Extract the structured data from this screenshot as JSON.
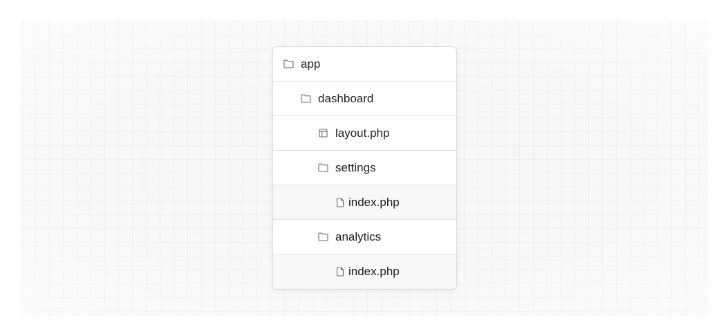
{
  "tree": {
    "items": [
      {
        "label": "app",
        "icon": "folder-icon",
        "depth": 0,
        "kind": "folder"
      },
      {
        "label": "dashboard",
        "icon": "folder-icon",
        "depth": 1,
        "kind": "folder"
      },
      {
        "label": "layout.php",
        "icon": "layout-icon",
        "depth": 2,
        "kind": "layout"
      },
      {
        "label": "settings",
        "icon": "folder-icon",
        "depth": 2,
        "kind": "folder"
      },
      {
        "label": "index.php",
        "icon": "file-icon",
        "depth": 3,
        "kind": "file"
      },
      {
        "label": "analytics",
        "icon": "folder-icon",
        "depth": 2,
        "kind": "folder"
      },
      {
        "label": "index.php",
        "icon": "file-icon",
        "depth": 3,
        "kind": "file"
      }
    ]
  },
  "colors": {
    "text": "#1f1f1f",
    "icon": "#6b6b6b",
    "border": "#d9d9d9",
    "file_row_background": "#f8f8f8"
  }
}
